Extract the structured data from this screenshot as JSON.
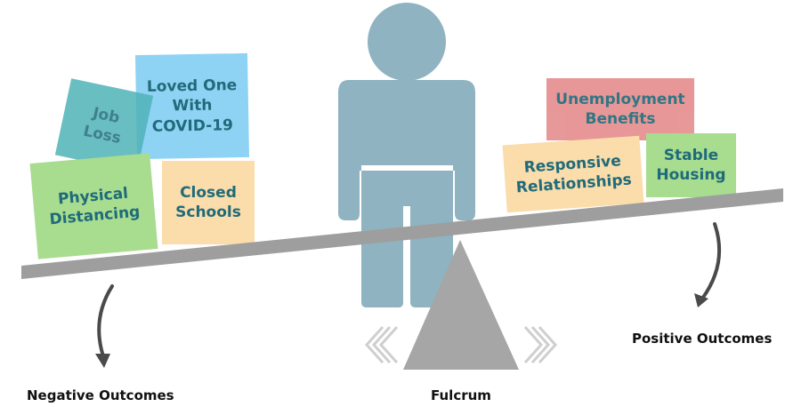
{
  "colors": {
    "person": "#8fb3c1",
    "beam": "#9e9e9e",
    "fulcrum": "#a6a6a6",
    "arrow": "#4a4a4a",
    "chevron": "#cfcfcf",
    "card_text": "#1f6b7a"
  },
  "figure": {
    "icon": "person-icon"
  },
  "negative_cards": [
    {
      "name": "card-job-loss",
      "text": "Job\nLoss",
      "color": "#4fb3b7"
    },
    {
      "name": "card-loved-one-covid",
      "text": "Loved One\nWith\nCOVID-19",
      "color": "#8fd3f4"
    },
    {
      "name": "card-physical-distancing",
      "text": "Physical\nDistancing",
      "color": "#a8dc8f"
    },
    {
      "name": "card-closed-schools",
      "text": "Closed\nSchools",
      "color": "#fbdcab"
    }
  ],
  "positive_cards": [
    {
      "name": "card-unemployment-benefits",
      "text": "Unemployment\nBenefits",
      "color": "#e58f8f"
    },
    {
      "name": "card-responsive-relationships",
      "text": "Responsive\nRelationships",
      "color": "#fbdcab"
    },
    {
      "name": "card-stable-housing",
      "text": "Stable\nHousing",
      "color": "#a8dc8f"
    }
  ],
  "labels": {
    "negative": "Negative Outcomes",
    "fulcrum": "Fulcrum",
    "positive": "Positive Outcomes"
  }
}
